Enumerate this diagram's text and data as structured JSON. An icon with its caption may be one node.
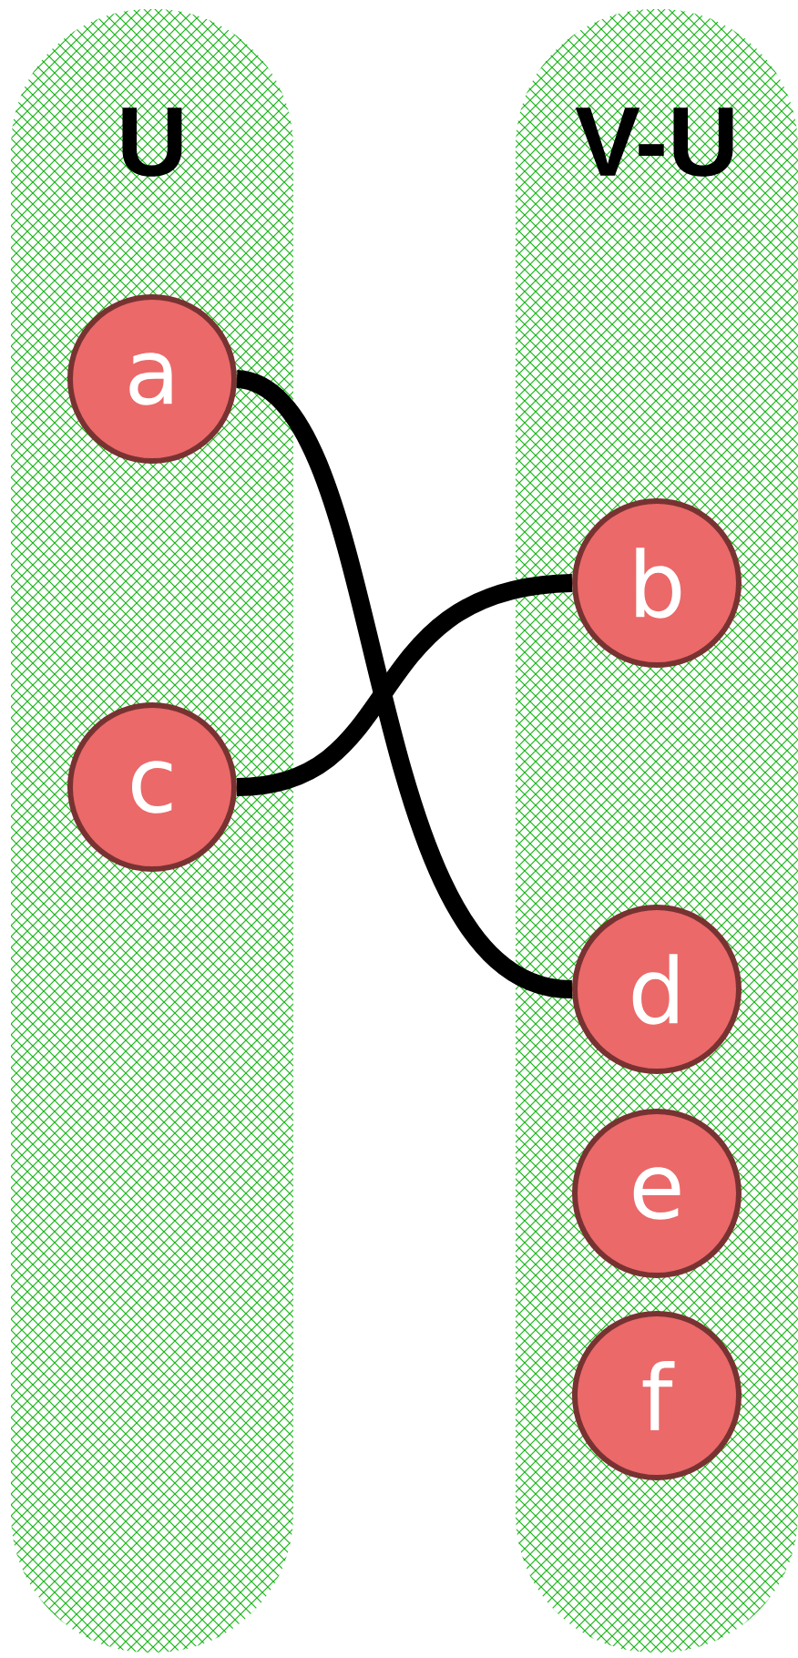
{
  "diagram": {
    "nodes": [
      {
        "text": [
          "U"
        ]
      },
      {
        "text": [
          "a"
        ],
        "in": 0
      },
      {
        "text": [
          "c"
        ],
        "in": 0
      },
      {
        "text": [
          "V-U"
        ]
      },
      {
        "text": [
          "b"
        ],
        "in": 3
      },
      {
        "text": [
          "d"
        ],
        "in": 3
      },
      {
        "text": [
          "e"
        ],
        "in": 3
      },
      {
        "text": [
          "f"
        ],
        "in": 3
      }
    ],
    "edges": [
      {
        "from": 1,
        "to": 5,
        "arrow": "none"
      },
      {
        "from": 2,
        "to": 4,
        "arrow": "none"
      }
    ]
  }
}
